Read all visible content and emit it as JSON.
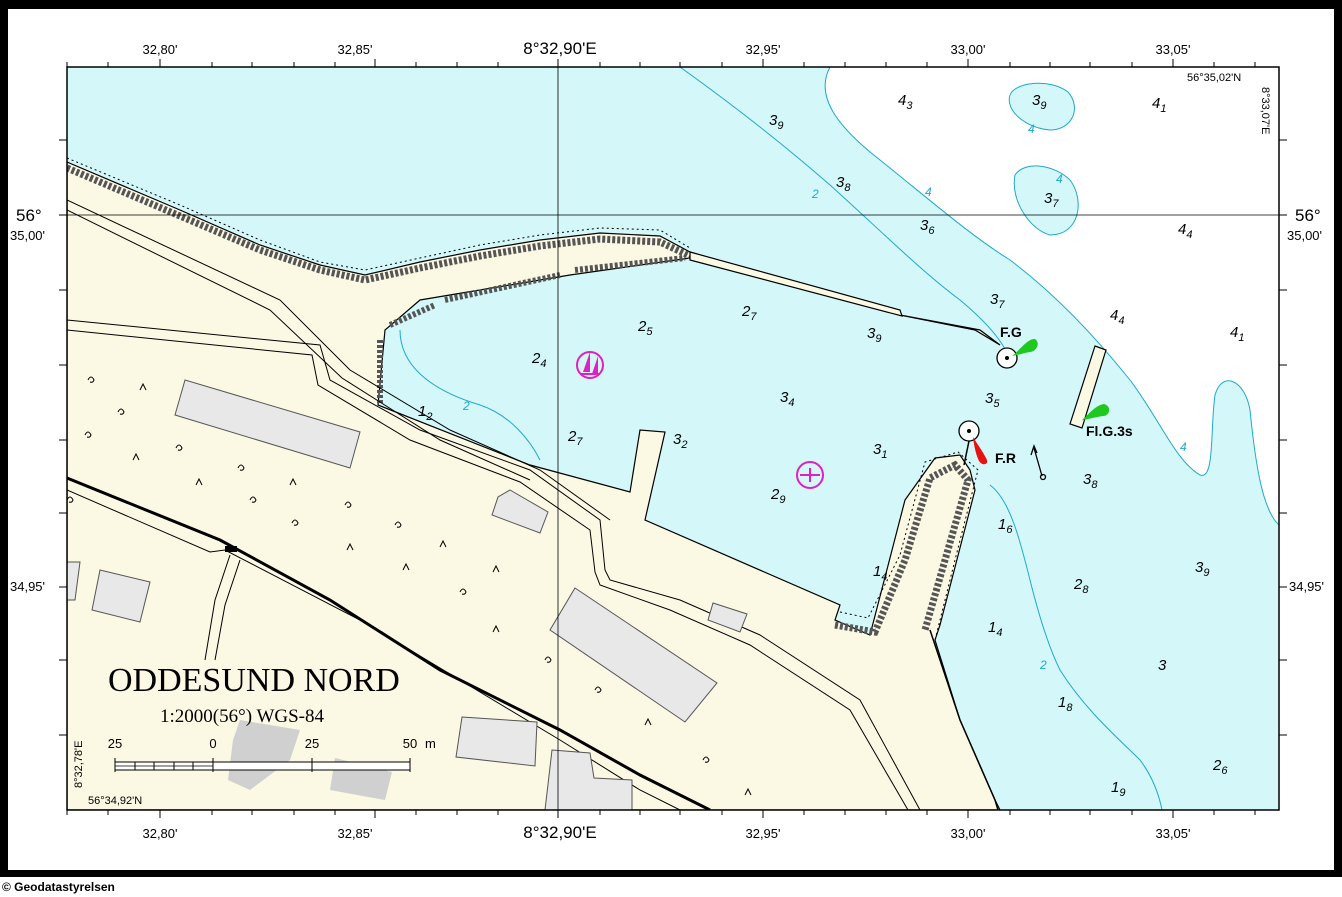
{
  "chart": {
    "title": "ODDESUND NORD",
    "subtitle": "1:2000(56°) WGS-84"
  },
  "scale_bar": {
    "labels": [
      "25",
      "0",
      "25",
      "50"
    ],
    "unit": "m"
  },
  "coordinates": {
    "top_lon_ticks": [
      "32,80'",
      "32,85'",
      "8°32,90'E",
      "32,95'",
      "33,00'",
      "33,05'"
    ],
    "bottom_lon_ticks": [
      "32,80'",
      "32,85'",
      "8°32,90'E",
      "32,95'",
      "33,00'",
      "33,05'"
    ],
    "left_lat_deg": "56°",
    "left_lat_min": "35,00'",
    "left_lat_2": "34,95'",
    "right_lat_deg": "56°",
    "right_lat_min": "35,00'",
    "right_lat_2": "34,95'",
    "corner_top_right_lat": "56°35,02'N",
    "corner_top_right_lon": "8°33,07'E",
    "corner_bottom_left_lon": "8°32,78'E",
    "corner_bottom_left_lat": "56°34,92'N"
  },
  "soundings": [
    {
      "main": "4",
      "sub": "3"
    },
    {
      "main": "3",
      "sub": "9"
    },
    {
      "main": "4",
      "sub": "1"
    },
    {
      "main": "3",
      "sub": "9"
    },
    {
      "main": "3",
      "sub": "8"
    },
    {
      "main": "3",
      "sub": "7"
    },
    {
      "main": "3",
      "sub": "6"
    },
    {
      "main": "4",
      "sub": "4"
    },
    {
      "main": "3",
      "sub": "7"
    },
    {
      "main": "4",
      "sub": "4"
    },
    {
      "main": "4",
      "sub": "1"
    },
    {
      "main": "2",
      "sub": "7"
    },
    {
      "main": "2",
      "sub": "5"
    },
    {
      "main": "3",
      "sub": "9"
    },
    {
      "main": "2",
      "sub": "4"
    },
    {
      "main": "3",
      "sub": "4"
    },
    {
      "main": "3",
      "sub": "5"
    },
    {
      "main": "1",
      "sub": "2"
    },
    {
      "main": "2",
      "sub": "7"
    },
    {
      "main": "3",
      "sub": "2"
    },
    {
      "main": "3",
      "sub": "1"
    },
    {
      "main": "3",
      "sub": "8"
    },
    {
      "main": "2",
      "sub": "9"
    },
    {
      "main": "1",
      "sub": "6"
    },
    {
      "main": "1",
      "sub": "4"
    },
    {
      "main": "2",
      "sub": "8"
    },
    {
      "main": "3",
      "sub": "9"
    },
    {
      "main": "1",
      "sub": "4"
    },
    {
      "main": "3",
      "sub": ""
    },
    {
      "main": "1",
      "sub": "8"
    },
    {
      "main": "2",
      "sub": "6"
    },
    {
      "main": "1",
      "sub": "9"
    }
  ],
  "contour_labels": [
    "2",
    "4",
    "4",
    "4",
    "2",
    "4",
    "2"
  ],
  "lights": {
    "fg": "F.G",
    "fr": "F.R",
    "flg": "Fl.G.3s"
  },
  "colors": {
    "water": "#d4f7fa",
    "deep_water": "#ffffff",
    "land": "#fbf8e4",
    "building": "#e8e8e8",
    "contour": "#1fa9c9",
    "magenta": "#e020c0",
    "light_green": "#1ec81e",
    "light_red": "#e81010"
  },
  "copyright": "© Geodatastyrelsen"
}
